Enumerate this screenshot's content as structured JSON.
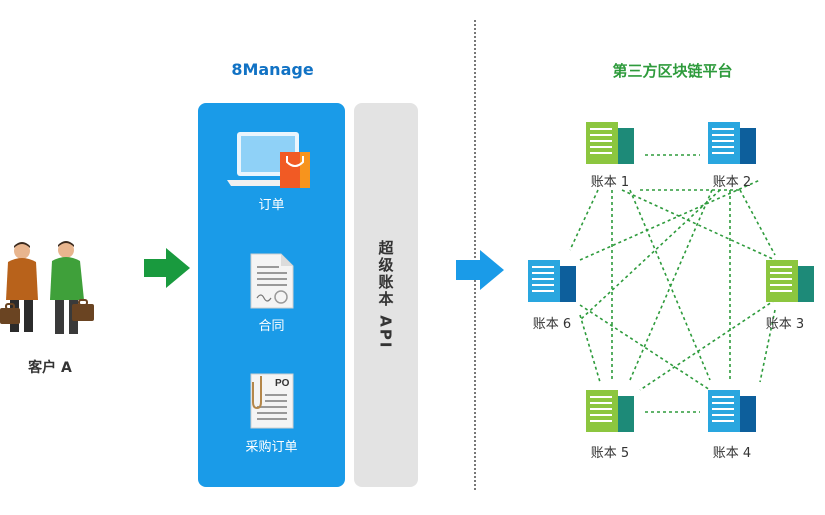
{
  "left": {
    "client_label": "客户 A"
  },
  "platform": {
    "title": "8Manage",
    "items": [
      {
        "label": "订单",
        "icon": "laptop-shopping-bag-icon"
      },
      {
        "label": "合同",
        "icon": "contract-document-icon"
      },
      {
        "label": "采购订单",
        "icon": "purchase-order-icon"
      }
    ],
    "api_label": "超级账本 API"
  },
  "blockchain": {
    "title": "第三方区块链平台",
    "ledgers": [
      "账本 1",
      "账本 2",
      "账本 3",
      "账本 4",
      "账本 5",
      "账本 6"
    ]
  },
  "colors": {
    "brand_blue": "#1a9be8",
    "green": "#2e9b3c",
    "title_blue": "#1172c4",
    "api_gray": "#e3e3e3"
  }
}
